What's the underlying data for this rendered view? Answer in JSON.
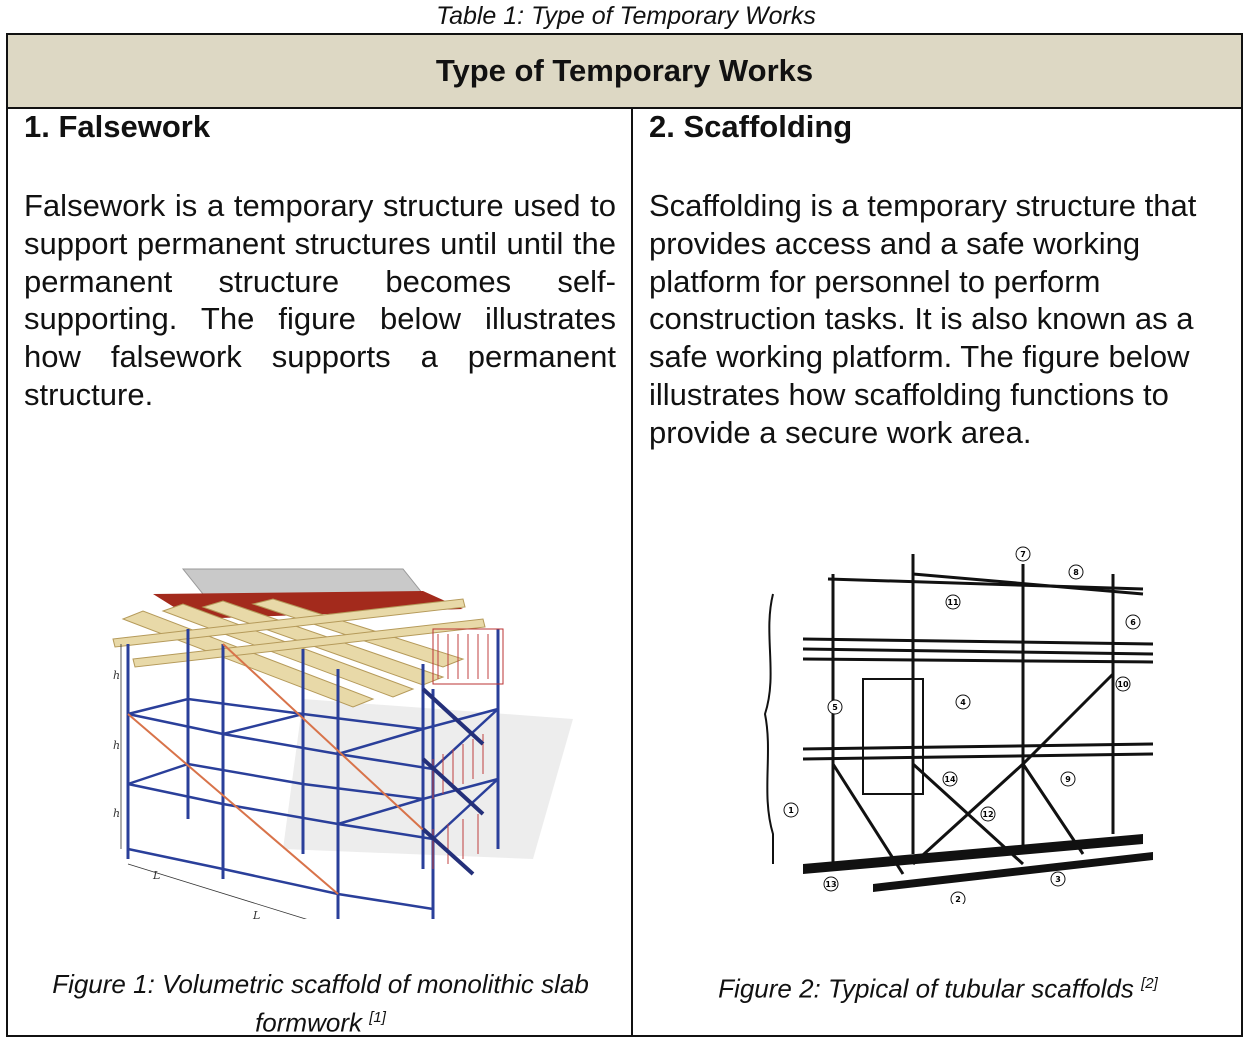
{
  "table_caption": "Table 1: Type of Temporary Works",
  "header": {
    "title": "Type of Temporary Works"
  },
  "columns": [
    {
      "heading": "1. Falsework",
      "body": "Falsework is a temporary structure used to support permanent structures until until the permanent structure becomes self-supporting. The figure below illustrates how falsework supports a permanent structure.",
      "figure_caption": "Figure 1: Volumetric scaffold of monolithic slab formwork",
      "figure_ref": "[1]",
      "figure_labels": {
        "height": "h",
        "length": "L"
      }
    },
    {
      "heading": "2. Scaffolding",
      "body": "Scaffolding is a temporary structure that provides access and a safe working platform for personnel to perform construction tasks. It is also known as a safe working platform. The figure below illustrates how scaffolding functions to provide a secure work area.",
      "figure_caption": "Figure 2: Typical of tubular scaffolds",
      "figure_ref": "[2]",
      "callouts": [
        "1",
        "2",
        "3",
        "4",
        "5",
        "6",
        "7",
        "8",
        "9",
        "10",
        "11",
        "12",
        "13",
        "14"
      ]
    }
  ],
  "colors": {
    "header_bg": "#ddd8c4",
    "scaffold_blue": "#2a3f9a",
    "brace_orange": "#d8734a",
    "timber": "#e8d9a8",
    "slab": "#bdbdbd",
    "plywood": "#a32a1c"
  }
}
